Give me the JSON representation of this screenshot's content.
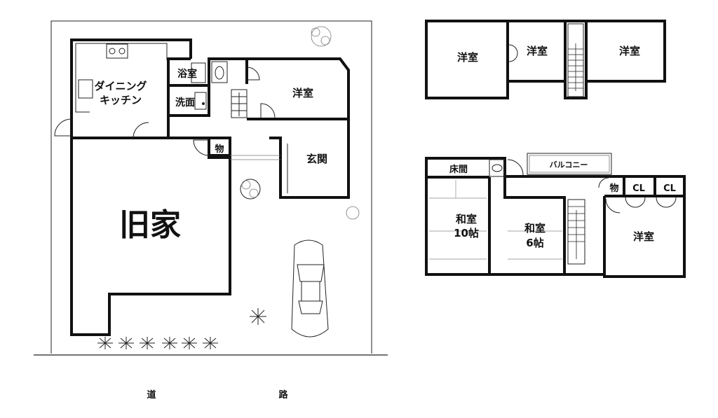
{
  "ground_floor": {
    "rooms": {
      "dining_kitchen_line1": "ダイニング",
      "dining_kitchen_line2": "キッチン",
      "bath": "浴室",
      "washroom": "洗面",
      "western_room": "洋室",
      "storage": "物",
      "entrance": "玄関",
      "old_house": "旧家"
    }
  },
  "upper_floor": {
    "rooms": {
      "western_room_left": "洋室",
      "western_room_middle": "洋室",
      "western_room_right": "洋室"
    }
  },
  "second_floor": {
    "rooms": {
      "tokonoma": "床間",
      "balcony": "バルコニー",
      "storage": "物",
      "closet_1": "CL",
      "closet_2": "CL",
      "japanese_room_10_line1": "和室",
      "japanese_room_10_line2": "10帖",
      "japanese_room_6_line1": "和室",
      "japanese_room_6_line2": "6帖",
      "western_room": "洋室"
    }
  },
  "road": {
    "char1": "道",
    "char2": "路"
  }
}
